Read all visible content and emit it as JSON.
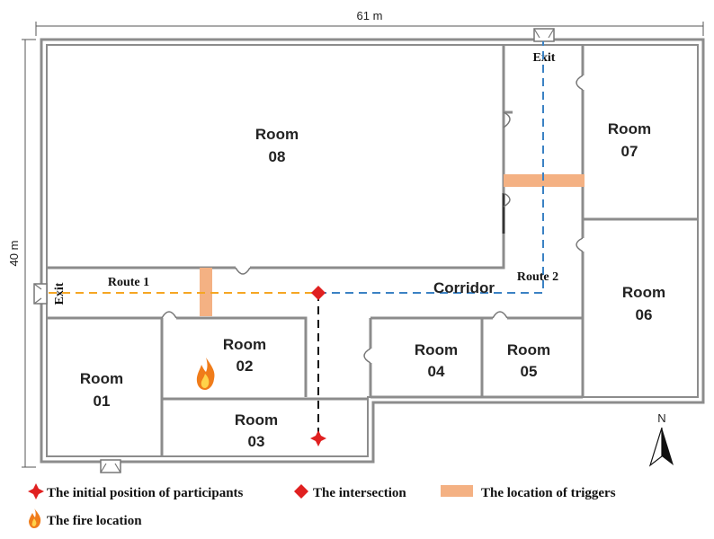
{
  "dimensions": {
    "width": "61 m",
    "height": "40 m"
  },
  "rooms": [
    {
      "id": "08",
      "line1": "Room",
      "line2": "08"
    },
    {
      "id": "07",
      "line1": "Room",
      "line2": "07"
    },
    {
      "id": "06",
      "line1": "Room",
      "line2": "06"
    },
    {
      "id": "01",
      "line1": "Room",
      "line2": "01"
    },
    {
      "id": "02",
      "line1": "Room",
      "line2": "02"
    },
    {
      "id": "03",
      "line1": "Room",
      "line2": "03"
    },
    {
      "id": "04",
      "line1": "Room",
      "line2": "04"
    },
    {
      "id": "05",
      "line1": "Room",
      "line2": "05"
    }
  ],
  "corridor_label": "Corridor",
  "exits": {
    "west": "Exit",
    "north": "Exit"
  },
  "routes": [
    {
      "name": "Route 1",
      "color": "#f5a623"
    },
    {
      "name": "Route 2",
      "color": "#3b82c4"
    }
  ],
  "compass": "N",
  "colors": {
    "wall": "#8c8c8c",
    "marker": "#e02020",
    "trigger": "#f4b183",
    "fire": "#f07c1a"
  },
  "legend": {
    "initial_position": "The initial position of participants",
    "intersection": "The intersection",
    "triggers": "The location of triggers",
    "fire": "The fire location"
  }
}
